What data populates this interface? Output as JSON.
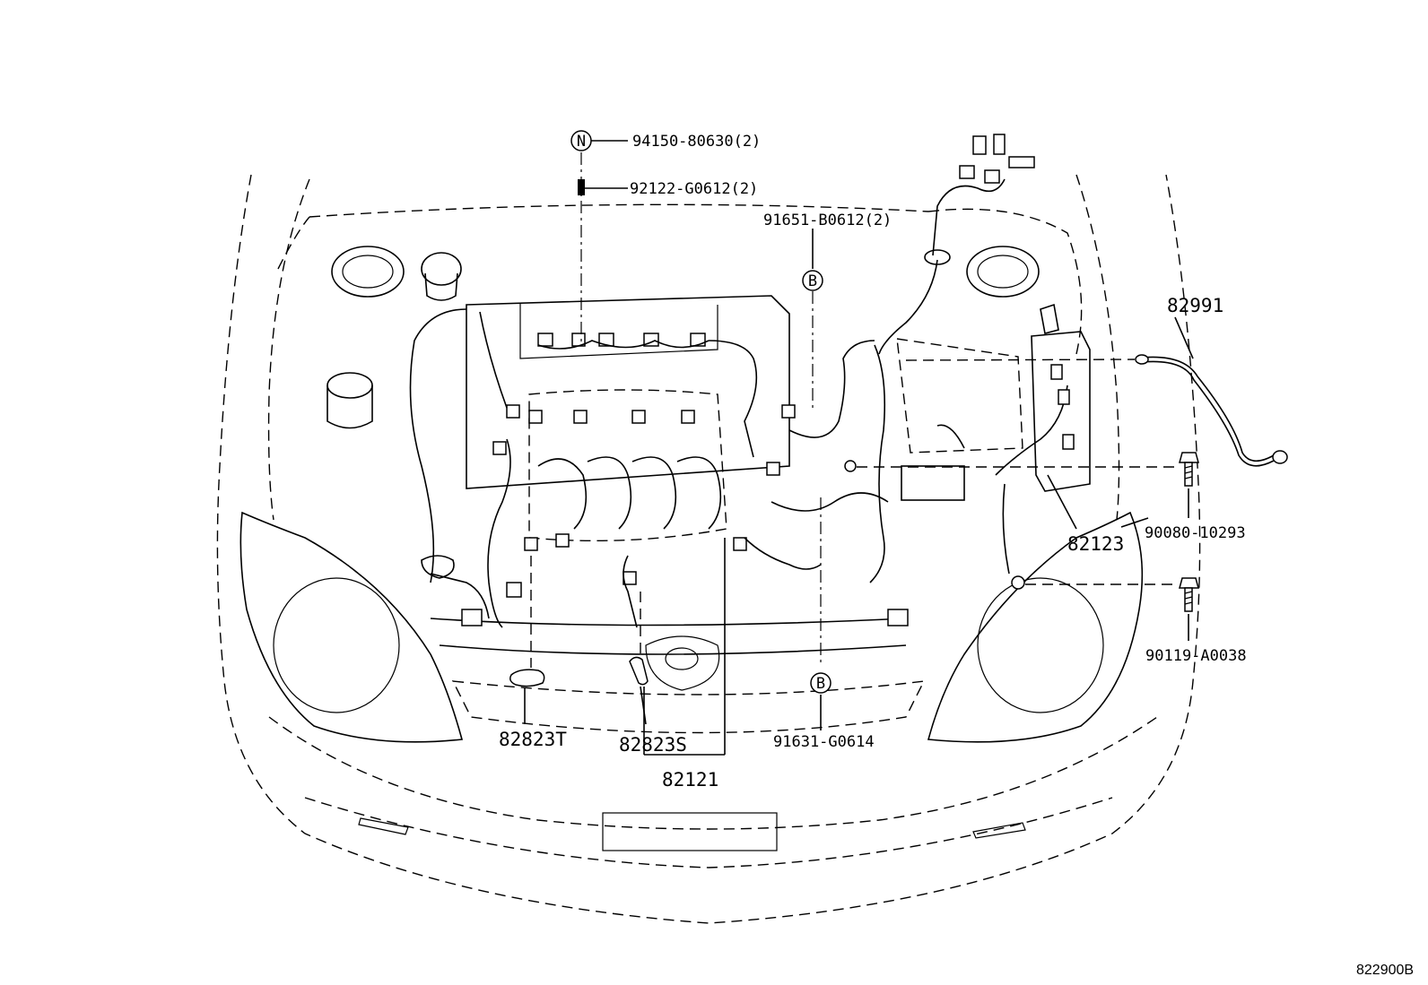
{
  "diagram": {
    "type": "parts-diagram",
    "reference_code": "822900B",
    "callouts": [
      {
        "id": "n_nut",
        "symbol": "N",
        "part": "94150-80630(2)"
      },
      {
        "id": "bolt_top",
        "part": "92122-G0612(2)"
      },
      {
        "id": "clamp_b_top",
        "symbol": "B",
        "part": "91651-B0612(2)"
      },
      {
        "id": "ground_cable",
        "part": "82991"
      },
      {
        "id": "bolt_right_upper",
        "part": "90080-10293"
      },
      {
        "id": "bolt_right_lower",
        "part": "90119-A0038"
      },
      {
        "id": "harness_right",
        "part": "82123"
      },
      {
        "id": "protector_t",
        "part": "82823T"
      },
      {
        "id": "protector_s",
        "part": "82823S"
      },
      {
        "id": "engine_harness",
        "part": "82121"
      },
      {
        "id": "clamp_b_bottom",
        "symbol": "B",
        "part": "91631-G0614"
      }
    ]
  }
}
